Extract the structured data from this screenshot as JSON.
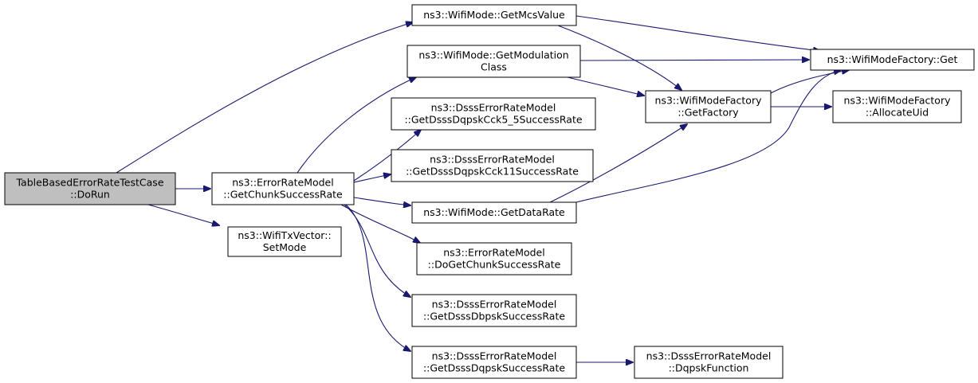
{
  "colors": {
    "edge": "#191970",
    "node_fill": "#ffffff",
    "root_fill": "#bfbfbf",
    "node_border": "#000000"
  },
  "nodes": [
    {
      "id": "dorun",
      "lines": [
        "TableBasedErrorRateTestCase",
        "::DoRun"
      ],
      "highlighted": true
    },
    {
      "id": "getchunk",
      "lines": [
        "ns3::ErrorRateModel",
        "::GetChunkSuccessRate"
      ]
    },
    {
      "id": "setmode",
      "lines": [
        "ns3::WifiTxVector::",
        "SetMode"
      ]
    },
    {
      "id": "getmcs",
      "lines": [
        "ns3::WifiMode::GetMcsValue"
      ]
    },
    {
      "id": "getmodclass",
      "lines": [
        "ns3::WifiMode::GetModulation",
        "Class"
      ]
    },
    {
      "id": "cck55",
      "lines": [
        "ns3::DsssErrorRateModel",
        "::GetDsssDqpskCck5_5SuccessRate"
      ]
    },
    {
      "id": "cck11",
      "lines": [
        "ns3::DsssErrorRateModel",
        "::GetDsssDqpskCck11SuccessRate"
      ]
    },
    {
      "id": "getdatarate",
      "lines": [
        "ns3::WifiMode::GetDataRate"
      ]
    },
    {
      "id": "dogetchunk",
      "lines": [
        "ns3::ErrorRateModel",
        "::DoGetChunkSuccessRate"
      ]
    },
    {
      "id": "dbpsk",
      "lines": [
        "ns3::DsssErrorRateModel",
        "::GetDsssDbpskSuccessRate"
      ]
    },
    {
      "id": "dqpsk",
      "lines": [
        "ns3::DsssErrorRateModel",
        "::GetDsssDqpskSuccessRate"
      ]
    },
    {
      "id": "getfactory",
      "lines": [
        "ns3::WifiModeFactory",
        "::GetFactory"
      ]
    },
    {
      "id": "factoryget",
      "lines": [
        "ns3::WifiModeFactory::Get"
      ]
    },
    {
      "id": "allocuid",
      "lines": [
        "ns3::WifiModeFactory",
        "::AllocateUid"
      ]
    },
    {
      "id": "dqpskfunc",
      "lines": [
        "ns3::DsssErrorRateModel",
        "::DqpskFunction"
      ]
    }
  ],
  "edges": [
    {
      "from": "dorun",
      "to": "getmcs"
    },
    {
      "from": "dorun",
      "to": "getchunk"
    },
    {
      "from": "dorun",
      "to": "setmode"
    },
    {
      "from": "getchunk",
      "to": "getmodclass"
    },
    {
      "from": "getchunk",
      "to": "cck55"
    },
    {
      "from": "getchunk",
      "to": "cck11"
    },
    {
      "from": "getchunk",
      "to": "getdatarate"
    },
    {
      "from": "getchunk",
      "to": "dogetchunk"
    },
    {
      "from": "getchunk",
      "to": "dbpsk"
    },
    {
      "from": "getchunk",
      "to": "dqpsk"
    },
    {
      "from": "getmcs",
      "to": "factoryget"
    },
    {
      "from": "getmcs",
      "to": "getfactory"
    },
    {
      "from": "getmodclass",
      "to": "factoryget"
    },
    {
      "from": "getmodclass",
      "to": "getfactory"
    },
    {
      "from": "getdatarate",
      "to": "getfactory"
    },
    {
      "from": "getdatarate",
      "to": "factoryget"
    },
    {
      "from": "getfactory",
      "to": "factoryget"
    },
    {
      "from": "getfactory",
      "to": "allocuid"
    },
    {
      "from": "dqpsk",
      "to": "dqpskfunc"
    }
  ]
}
